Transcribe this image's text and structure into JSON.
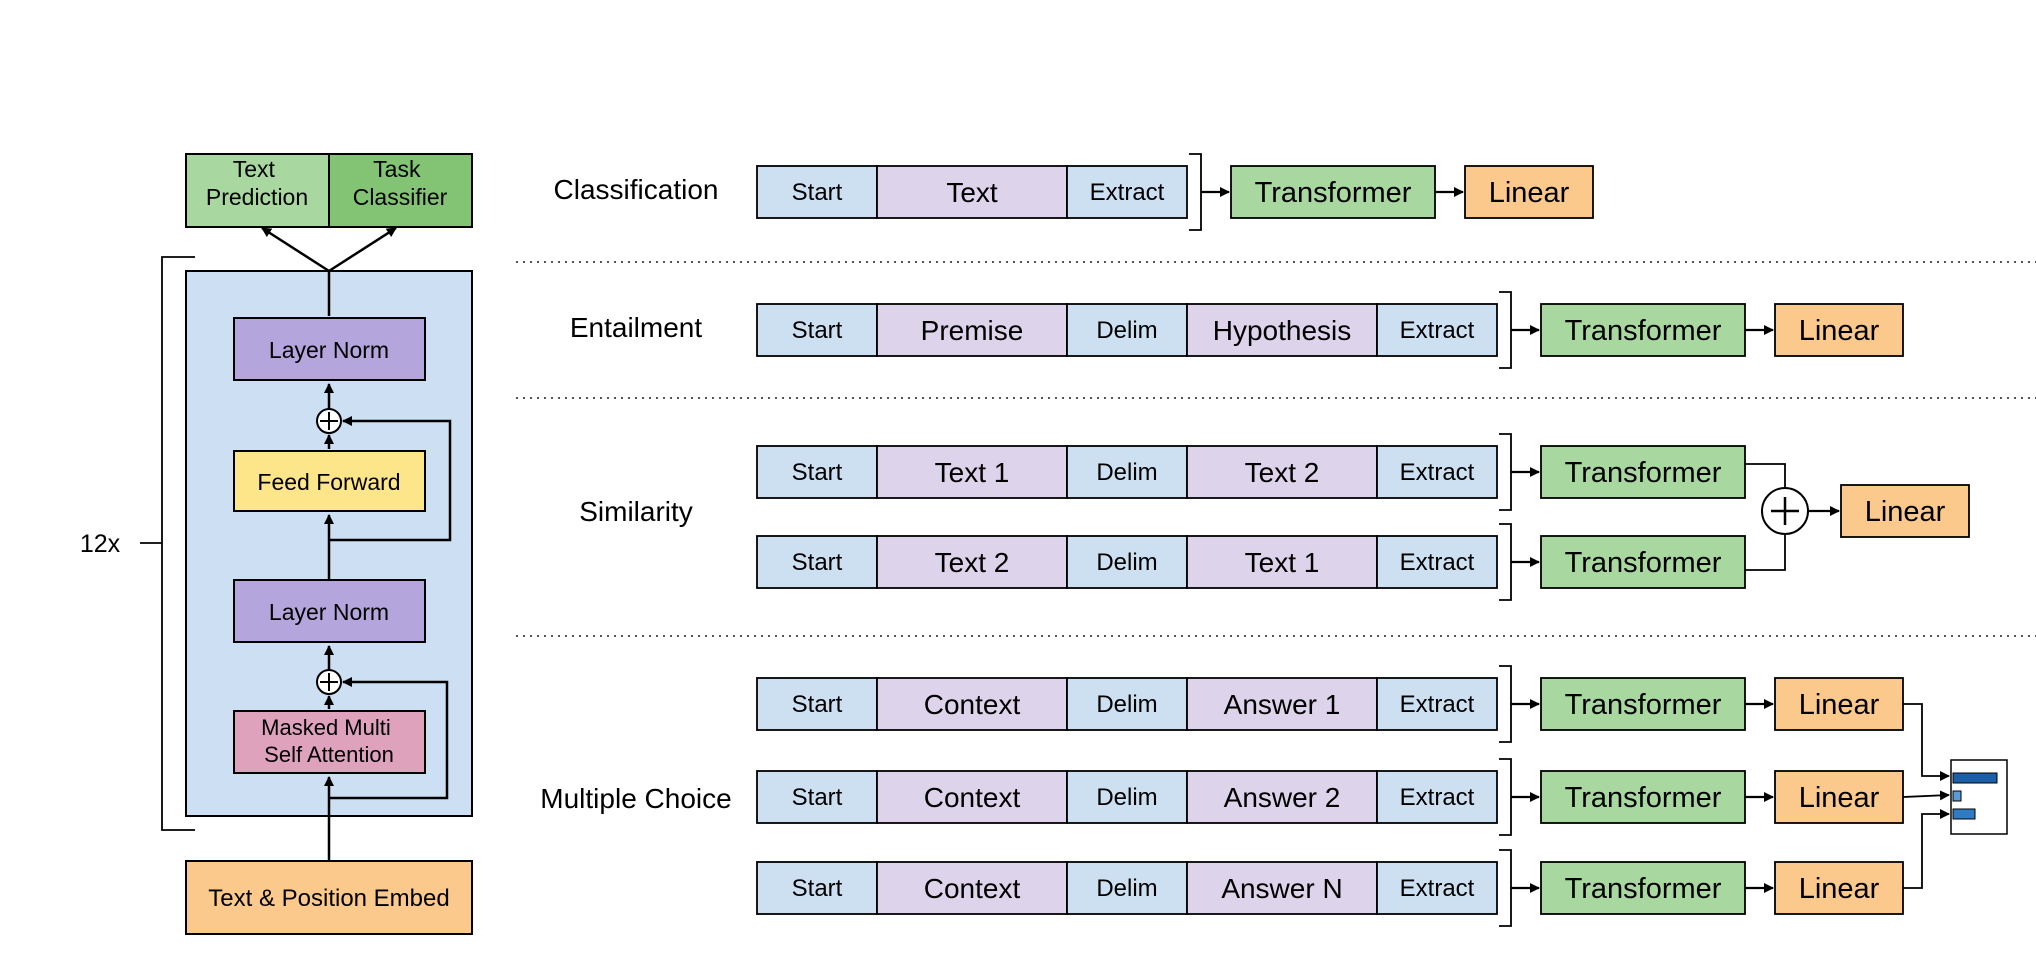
{
  "architecture": {
    "repeat_label": "12x",
    "outputs": [
      "Text\nPrediction",
      "Task\nClassifier"
    ],
    "layer_norm_top": "Layer Norm",
    "feed_forward": "Feed Forward",
    "layer_norm_bottom": "Layer Norm",
    "attention": "Masked Multi\nSelf Attention",
    "embed": "Text & Position Embed"
  },
  "tasks": {
    "classification": "Classification",
    "entailment": "Entailment",
    "similarity": "Similarity",
    "multiple_choice": "Multiple Choice"
  },
  "rows": [
    {
      "task": "classification",
      "tokens": [
        "Start",
        "Text",
        "Extract"
      ]
    },
    {
      "task": "entailment",
      "tokens": [
        "Start",
        "Premise",
        "Delim",
        "Hypothesis",
        "Extract"
      ]
    },
    {
      "task": "similarity",
      "tokens": [
        "Start",
        "Text 1",
        "Delim",
        "Text 2",
        "Extract"
      ]
    },
    {
      "task": "similarity",
      "tokens": [
        "Start",
        "Text 2",
        "Delim",
        "Text 1",
        "Extract"
      ]
    },
    {
      "task": "multiple_choice",
      "tokens": [
        "Start",
        "Context",
        "Delim",
        "Answer 1",
        "Extract"
      ]
    },
    {
      "task": "multiple_choice",
      "tokens": [
        "Start",
        "Context",
        "Delim",
        "Answer 2",
        "Extract"
      ]
    },
    {
      "task": "multiple_choice",
      "tokens": [
        "Start",
        "Context",
        "Delim",
        "Answer N",
        "Extract"
      ]
    }
  ],
  "labels": {
    "transformer": "Transformer",
    "linear": "Linear"
  },
  "colors": {
    "blue_token": "#cce0f2",
    "purple_token": "#ddd3ea",
    "green": "#a9d7a0",
    "green_dark": "#82c474",
    "orange": "#fcc98d",
    "panel_blue": "#cde0f3",
    "layer_norm": "#b4a6dc",
    "feed_forward": "#fde58a",
    "attention": "#dea2bd"
  }
}
